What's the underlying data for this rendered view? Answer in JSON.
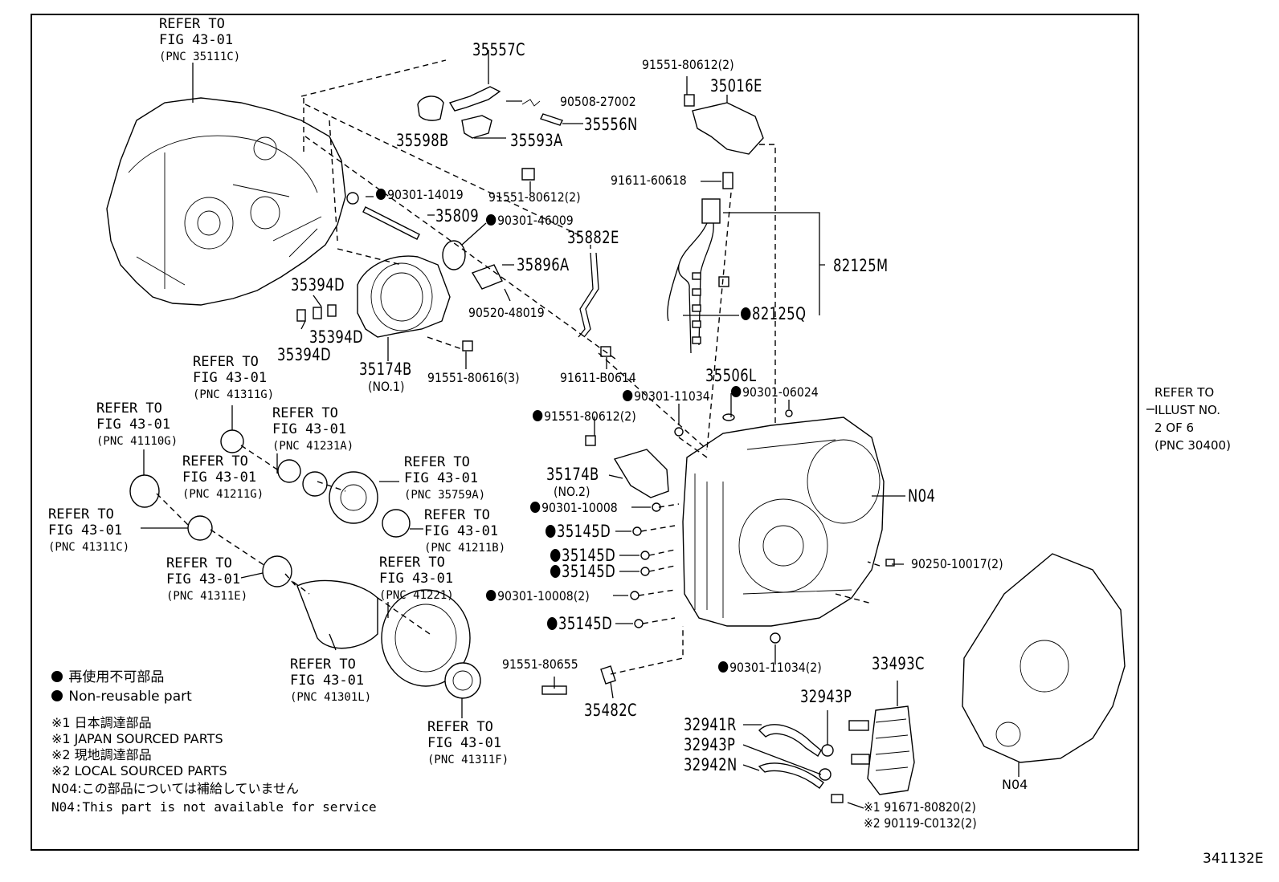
{
  "diagram": {
    "figure_code": "341132E",
    "refer_blocks": {
      "case_top": [
        "REFER TO",
        "FIG 43-01",
        "(PNC 35111C)"
      ],
      "r41311g": [
        "REFER TO",
        "FIG 43-01",
        "(PNC 41311G)"
      ],
      "r41110g": [
        "REFER TO",
        "FIG 43-01",
        "(PNC 41110G)"
      ],
      "r41231a": [
        "REFER TO",
        "FIG 43-01",
        "(PNC 41231A)"
      ],
      "r41211g": [
        "REFER TO",
        "FIG 43-01",
        "(PNC 41211G)"
      ],
      "r35759a": [
        "REFER TO",
        "FIG 43-01",
        "(PNC 35759A)"
      ],
      "r41311c": [
        "REFER TO",
        "FIG 43-01",
        "(PNC 41311C)"
      ],
      "r41211b": [
        "REFER TO",
        "FIG 43-01",
        "(PNC 41211B)"
      ],
      "r41311e": [
        "REFER TO",
        "FIG 43-01",
        "(PNC 41311E)"
      ],
      "r41221": [
        "REFER TO",
        "FIG 43-01",
        "(PNC 41221)"
      ],
      "r41301l": [
        "REFER TO",
        "FIG 43-01",
        "(PNC 41301L)"
      ],
      "r41311f": [
        "REFER TO",
        "FIG 43-01",
        "(PNC 41311F)"
      ],
      "illust": [
        "REFER TO",
        "ILLUST NO.",
        "2 OF 6",
        "(PNC 30400)"
      ]
    },
    "parts": {
      "p35557c": "35557C",
      "p90508": "90508-27002",
      "p35556n": "35556N",
      "p35598b": "35598B",
      "p35593a": "35593A",
      "p91551a": "91551-80612(2)",
      "p91551b": "91551-80612(2)",
      "p35016e": "35016E",
      "p91611": "91611-60618",
      "p90301_14019": "90301-14019",
      "p35809": "35809",
      "p90301_46009": "90301-46009",
      "p35882e": "35882E",
      "p35896a": "35896A",
      "p82125m": "82125M",
      "p90520": "90520-48019",
      "p82125q": "82125Q",
      "p35394d_a": "35394D",
      "p35394d_b": "35394D",
      "p35394d_c": "35394D",
      "p35174b_1": "35174B",
      "p35174b_1s": "(NO.1)",
      "p91551_80616": "91551-80616(3)",
      "p91611_b0614": "91611-B0614",
      "p35506l": "35506L",
      "p90301_11034a": "90301-11034",
      "p90301_06024": "90301-06024",
      "p91551c": "91551-80612(2)",
      "p35174b_2": "35174B",
      "p35174b_2s": "(NO.2)",
      "pn04": "N04",
      "p90301_10008a": "90301-10008",
      "p35145d_a": "35145D",
      "p35145d_b": "35145D",
      "p35145d_c": "35145D",
      "p90250": "90250-10017(2)",
      "p90301_10008b": "90301-10008(2)",
      "p35145d_d": "35145D",
      "p91551_80655": "91551-80655",
      "p90301_11034b": "90301-11034(2)",
      "p33493c": "33493C",
      "p35482c": "35482C",
      "p32943p_a": "32943P",
      "p32941r": "32941R",
      "p32943p_b": "32943P",
      "p32942n": "32942N",
      "p91671": "※1 91671-80820(2)",
      "p90119": "※2 90119-C0132(2)",
      "pn04b": "N04"
    },
    "legend": {
      "jp_nonreusable": "再使用不可部品",
      "en_nonreusable": "Non-reusable part",
      "jp_japan": "※1  日本調達部品",
      "en_japan": "※1  JAPAN SOURCED PARTS",
      "jp_local": "※2  現地調達部品",
      "en_local": "※2  LOCAL SOURCED PARTS",
      "jp_n04": "N04:この部品については補給していません",
      "en_n04": "N04:This part is not available for service"
    }
  }
}
